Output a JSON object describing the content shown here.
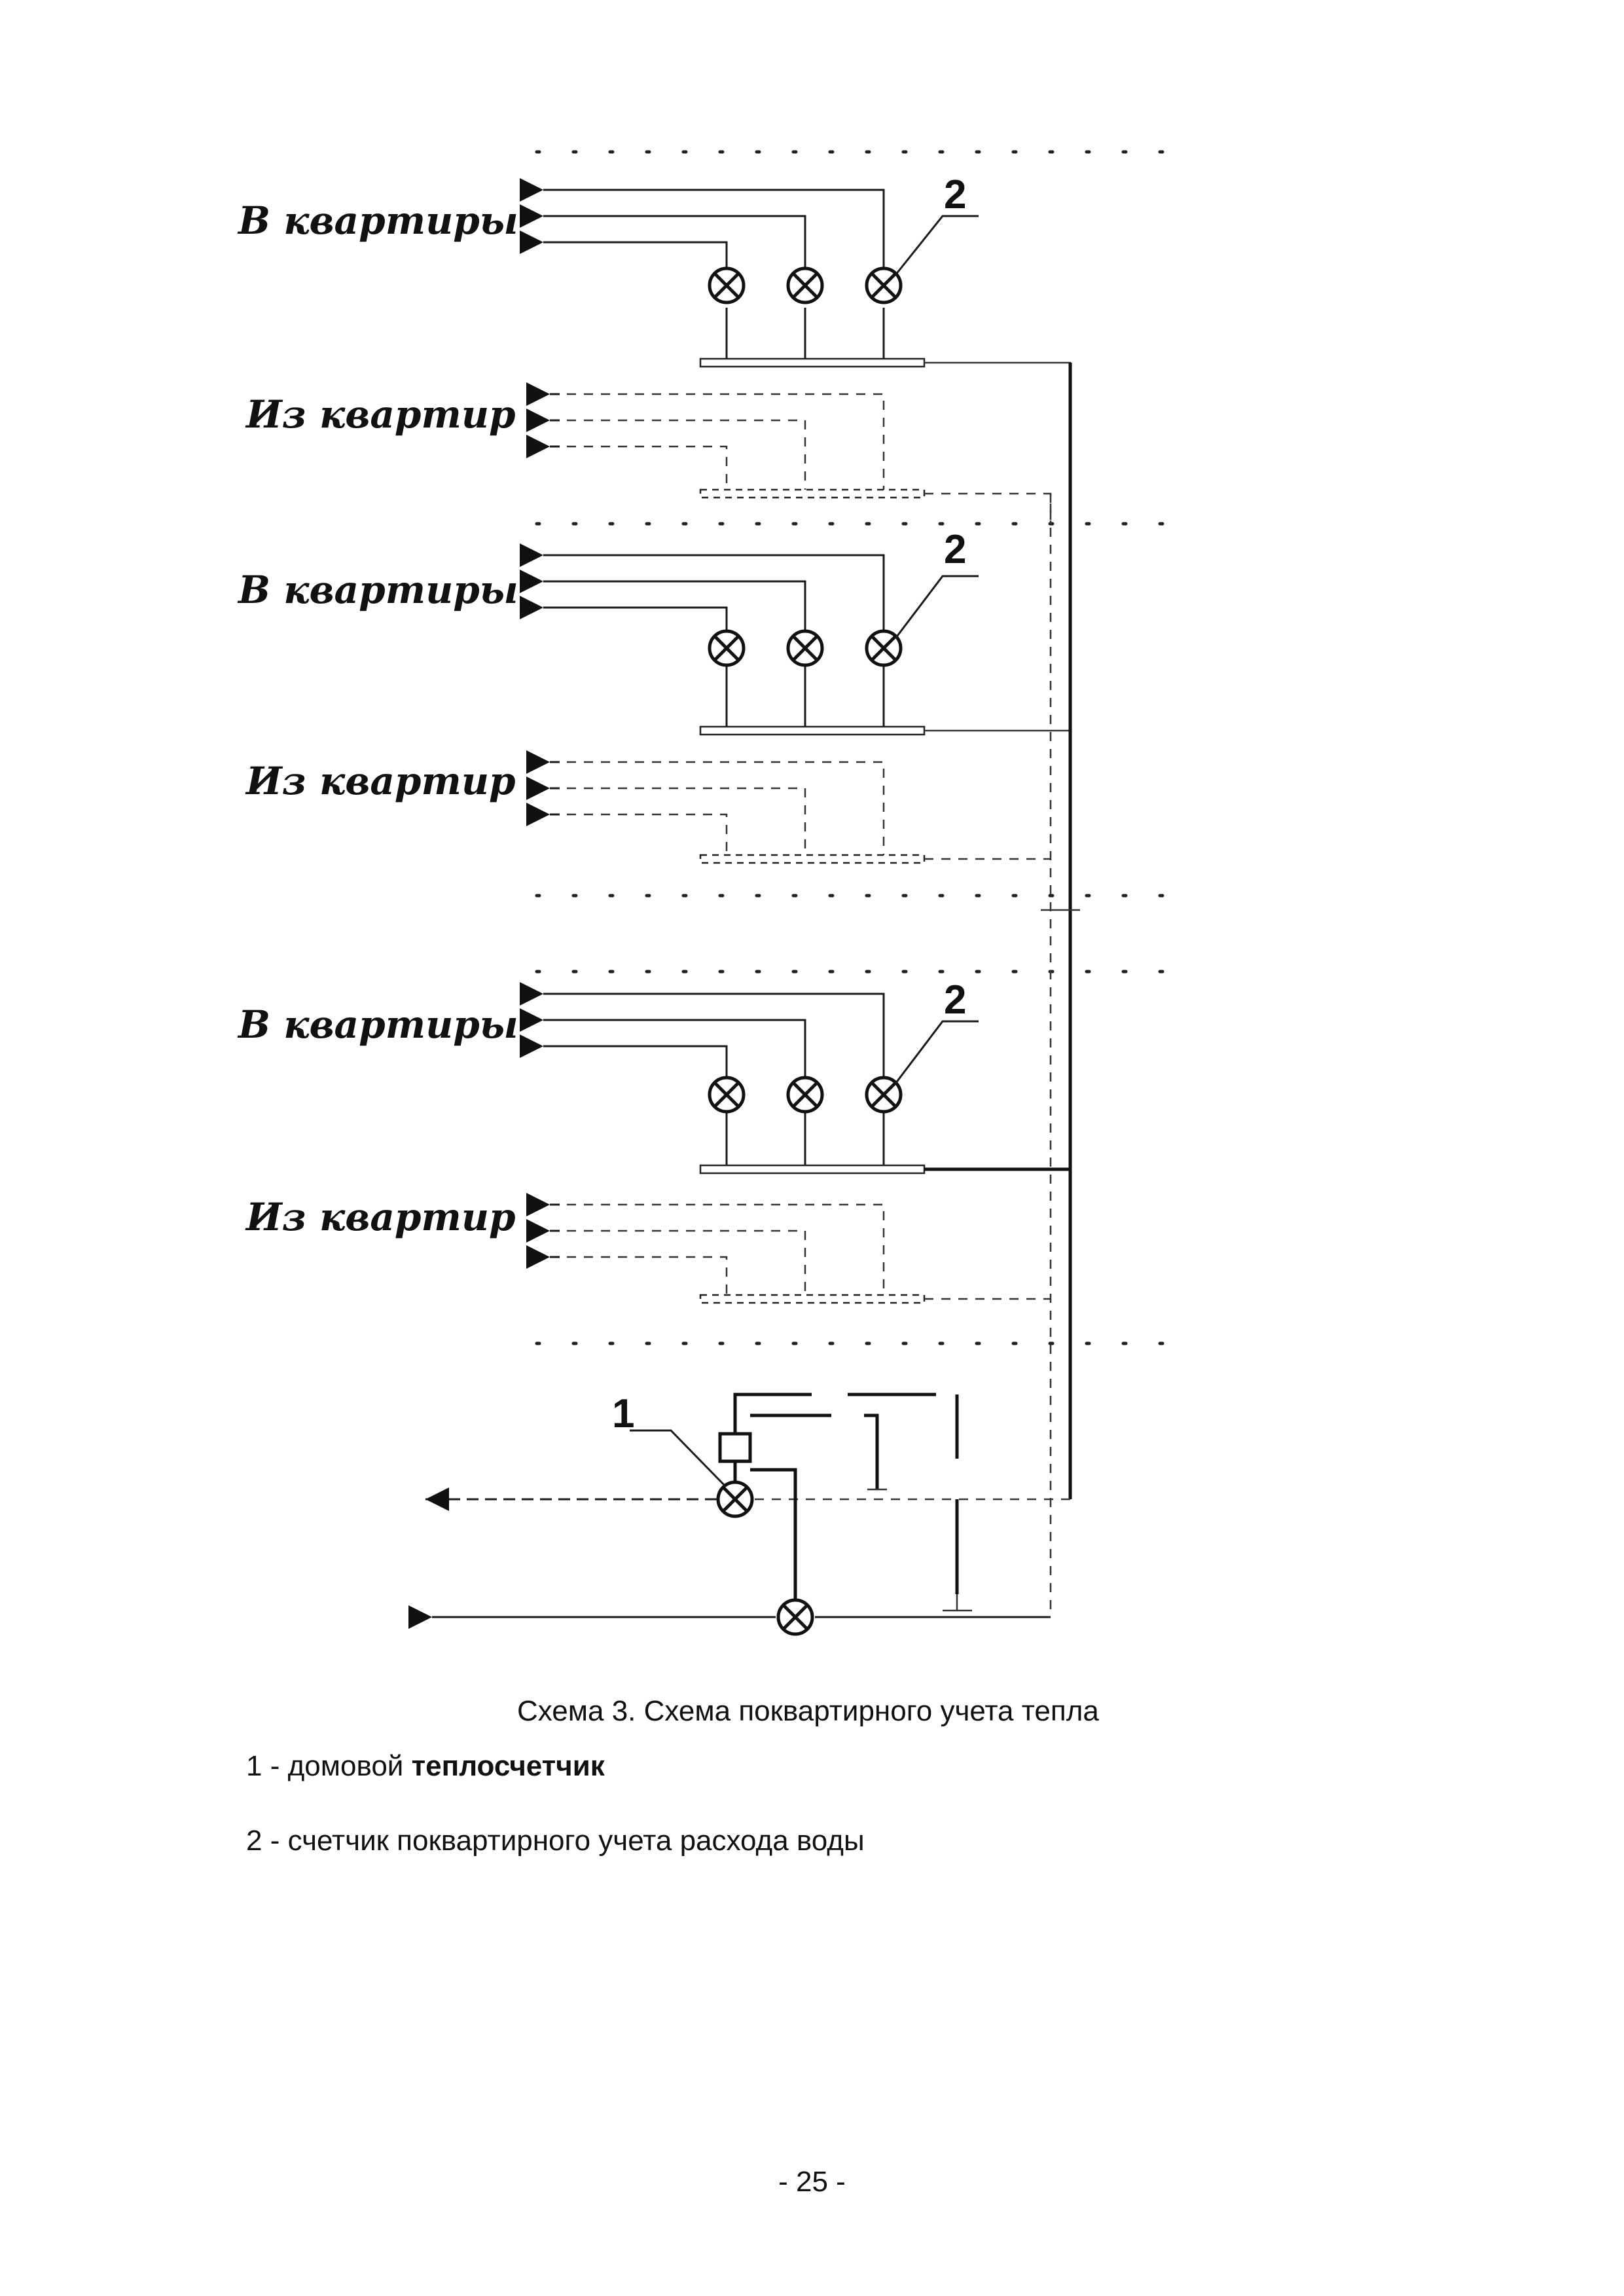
{
  "diagram": {
    "floors": [
      {
        "supply_label": "В квартиры",
        "return_label": "Из квартир",
        "meter_number": "2"
      },
      {
        "supply_label": "В квартиры",
        "return_label": "Из квартир",
        "meter_number": "2"
      },
      {
        "supply_label": "В квартиры",
        "return_label": "Из квартир",
        "meter_number": "2"
      }
    ],
    "house_meter_number": "1"
  },
  "caption": "Схема 3. Схема поквартирного учета тепла",
  "legend": [
    {
      "prefix": "1 - домовой ",
      "emphasis": "теплосчетчик"
    },
    {
      "prefix": "2 - счетчик поквартирного учета расхода воды",
      "emphasis": ""
    }
  ],
  "page_number": "- 25 -"
}
